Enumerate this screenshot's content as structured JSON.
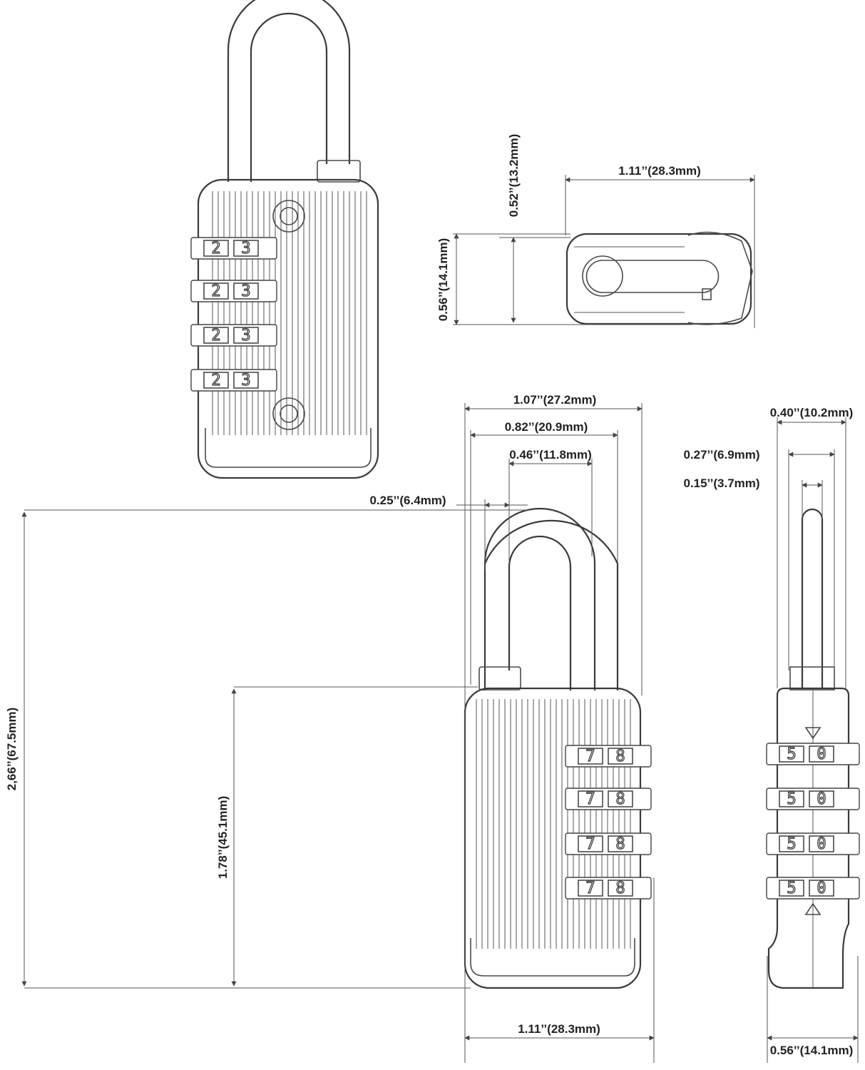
{
  "dimensions": {
    "top_width": "1.11’’(28.3mm)",
    "top_depth_inner": "0.52’’(13.2mm)",
    "top_depth_outer": "0.56’’(14.1mm)",
    "front_body_width": "1.07’’(27.2mm)",
    "front_shackle_outer": "0.82’’(20.9mm)",
    "front_shackle_inner": "0.46’’(11.8mm)",
    "front_shackle_dia": "0.25’’(6.4mm)",
    "total_height": "2,66’’(67.5mm)",
    "body_height": "1.78’’(45.1mm)",
    "front_total_width": "1.11’’(28.3mm)",
    "side_width": "0.40’’(10.2mm)",
    "side_mid": "0.27’’(6.9mm)",
    "side_shackle": "0.15’’(3.7mm)",
    "side_depth": "0.56’’(14.1mm)"
  },
  "dials": {
    "back": [
      "2",
      "3"
    ],
    "front": [
      "7",
      "8"
    ],
    "side": [
      "5",
      "0"
    ]
  }
}
